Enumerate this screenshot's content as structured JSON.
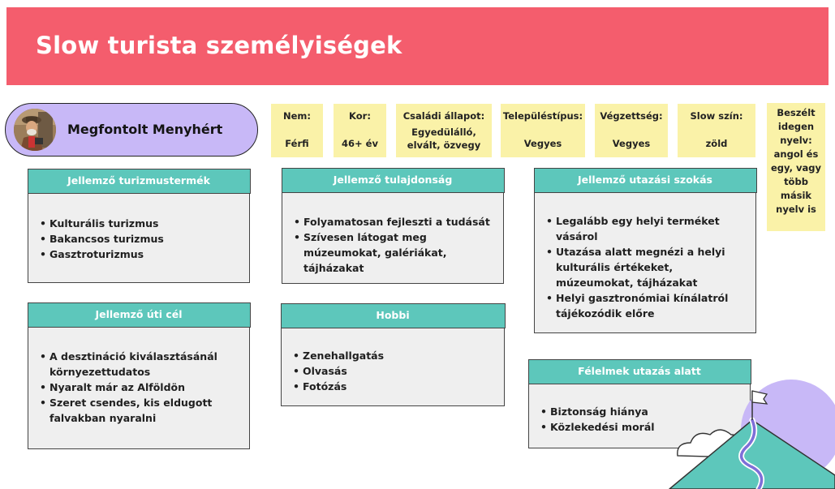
{
  "title": "Slow turista személyiségek",
  "persona": {
    "name": "Megfontolt Menyhért"
  },
  "notes": [
    {
      "label": "Nem:",
      "value": "Férfi"
    },
    {
      "label": "Kor:",
      "value": "46+ év"
    },
    {
      "label": "Családi állapot:",
      "value": "Egyedülálló, elvált, özvegy"
    },
    {
      "label": "Településtípus:",
      "value": "Vegyes"
    },
    {
      "label": "Végzettség:",
      "value": "Vegyes"
    },
    {
      "label": "Slow szín:",
      "value": "zöld"
    },
    {
      "label": "Beszélt idegen nyelv: angol és egy, vagy több másik nyelv is"
    }
  ],
  "cards": {
    "tourism_product": {
      "title": "Jellemző turizmustermék",
      "items": [
        "Kulturális turizmus",
        "Bakancsos turizmus",
        "Gasztroturizmus"
      ]
    },
    "trait": {
      "title": "Jellemző tulajdonság",
      "items": [
        "Folyamatosan fejleszti a tudását",
        "Szívesen látogat meg múzeumokat, galériákat, tájházakat"
      ]
    },
    "travel_habit": {
      "title": "Jellemző utazási szokás",
      "items": [
        "Legalább egy helyi terméket vásárol",
        "Utazása alatt megnézi a helyi kulturális értékeket, múzeumokat, tájházakat",
        "Helyi gasztronómiai kínálatról tájékozódik előre"
      ]
    },
    "destination": {
      "title": "Jellemző úti cél",
      "items": [
        "A desztináció kiválasztásánál környezettudatos",
        "Nyaralt már az Alföldön",
        "Szeret csendes, kis eldugott falvakban nyaralni"
      ]
    },
    "hobby": {
      "title": "Hobbi",
      "items": [
        "Zenehallgatás",
        "Olvasás",
        "Fotózás"
      ]
    },
    "fears": {
      "title": "Félelmek utazás alatt",
      "items": [
        "Biztonság hiánya",
        "Közlekedési morál"
      ]
    }
  },
  "colors": {
    "banner": "#f45d6d",
    "persona_pill": "#c8b8f7",
    "sticky_note": "#faf2a8",
    "card_header": "#5dc7bb",
    "card_body": "#efefef",
    "mountain": "#5dc7bb",
    "sun": "#c8b8f7"
  }
}
